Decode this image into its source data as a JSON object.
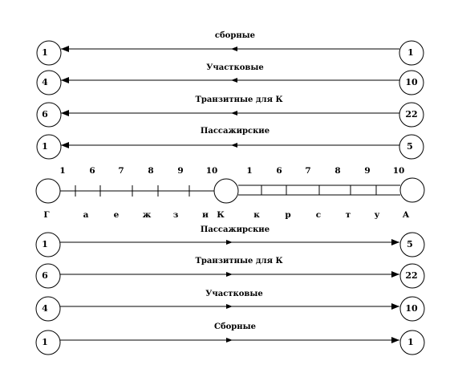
{
  "top_routes": [
    {
      "label": "сборные",
      "left": "1",
      "right": "1"
    },
    {
      "label": "Участковые",
      "left": "4",
      "right": "10"
    },
    {
      "label": "Транзитные для К",
      "left": "6",
      "right": "22"
    },
    {
      "label": "Пассажирские",
      "left": "1",
      "right": "5"
    }
  ],
  "bottom_routes": [
    {
      "label": "Пассажирские",
      "left": "1",
      "right": "5"
    },
    {
      "label": "Транзитные для К",
      "left": "6",
      "right": "22"
    },
    {
      "label": "Участковые",
      "left": "4",
      "right": "10"
    },
    {
      "label": "Сборные",
      "left": "1",
      "right": "1"
    }
  ],
  "line_numbers_left": [
    "1",
    "6",
    "7",
    "8",
    "9",
    "10"
  ],
  "line_numbers_right": [
    "1",
    "6",
    "7",
    "8",
    "9",
    "10"
  ],
  "stations_left": [
    "Г",
    "а",
    "е",
    "ж",
    "з",
    "и"
  ],
  "station_center": "К",
  "stations_right": [
    "к",
    "р",
    "с",
    "т",
    "у",
    "А"
  ]
}
